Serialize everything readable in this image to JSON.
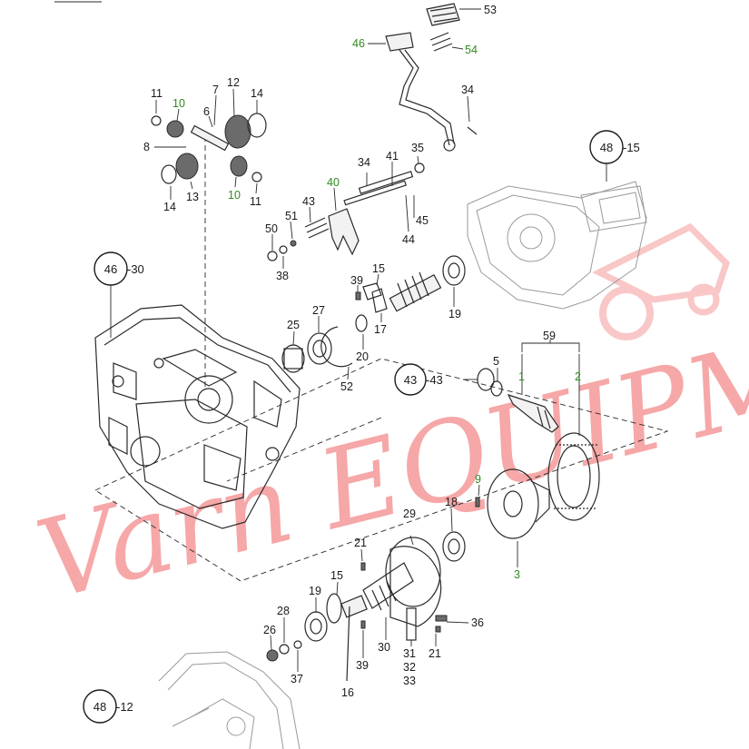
{
  "watermark": {
    "text": "Varn EQUIPMENT",
    "color": "#f06060"
  },
  "colors": {
    "line": "#2a2a2a",
    "green_label": "#2f8a1f"
  },
  "callouts": {
    "c48_top": {
      "ref": "48",
      "sub": "-15"
    },
    "c46": {
      "ref": "46",
      "sub": "-30"
    },
    "c43": {
      "ref": "43",
      "sub": "-43"
    },
    "c48_bottom": {
      "ref": "48",
      "sub": "-12"
    }
  },
  "labels": {
    "p53": "53",
    "p46": "46",
    "p54": "54",
    "p34a": "34",
    "p11a": "11",
    "p10a": "10",
    "p7": "7",
    "p12": "12",
    "p14a": "14",
    "p6": "6",
    "p8": "8",
    "p14b": "14",
    "p13": "13",
    "p10b": "10",
    "p11b": "11",
    "p34b": "34",
    "p41": "41",
    "p35": "35",
    "p40": "40",
    "p43": "43",
    "p45": "45",
    "p44": "44",
    "p50": "50",
    "p51": "51",
    "p38": "38",
    "p39a": "39",
    "p15a": "15",
    "p19a": "19",
    "p17": "17",
    "p25": "25",
    "p27": "27",
    "p20": "20",
    "p52": "52",
    "p59": "59",
    "p5": "5",
    "p1": "1",
    "p2": "2",
    "p9": "9",
    "p18": "18",
    "p29": "29",
    "p3": "3",
    "p21a": "21",
    "p15b": "15",
    "p19b": "19",
    "p28": "28",
    "p26": "26",
    "p37": "37",
    "p39b": "39",
    "p30": "30",
    "p16": "16",
    "p31": "31",
    "p32": "32",
    "p33": "33",
    "p36": "36",
    "p21b": "21"
  }
}
